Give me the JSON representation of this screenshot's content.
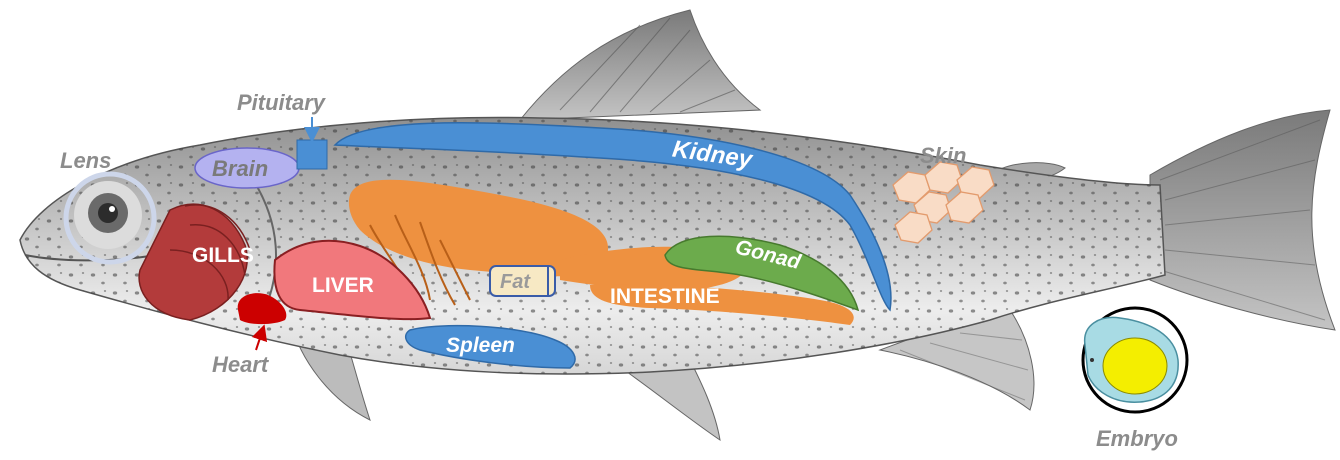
{
  "figure": {
    "organs": {
      "lens": "Lens",
      "pituitary": "Pituitary",
      "brain": "Brain",
      "kidney": "Kidney",
      "skin": "Skin",
      "gills": "GILLS",
      "liver": "LIVER",
      "fat": "Fat",
      "intestine": "INTESTINE",
      "gonad": "Gonad",
      "spleen": "Spleen",
      "heart": "Heart",
      "embryo": "Embryo"
    },
    "colors": {
      "fish_body": "#bdbdbd",
      "fish_belly": "#ececec",
      "fish_dark": "#5a5a5a",
      "kidney": "#4a8fd4",
      "brain": "#b4b2f0",
      "digestive": "#ee9140",
      "gonad": "#6cab4c",
      "liver": "#f1787c",
      "gills": "#b33b3b",
      "heart": "#cc0000",
      "fat": "#f7e9c4",
      "skin": "#f9dcc6",
      "embryo_body": "#a8dbe4",
      "yolk": "#f4ee00",
      "label_grey": "#8c8c8c"
    },
    "icons": [
      "fish-outline",
      "lens-circle",
      "pituitary-square",
      "skin-hexagon-cluster",
      "embryo-circle"
    ]
  }
}
